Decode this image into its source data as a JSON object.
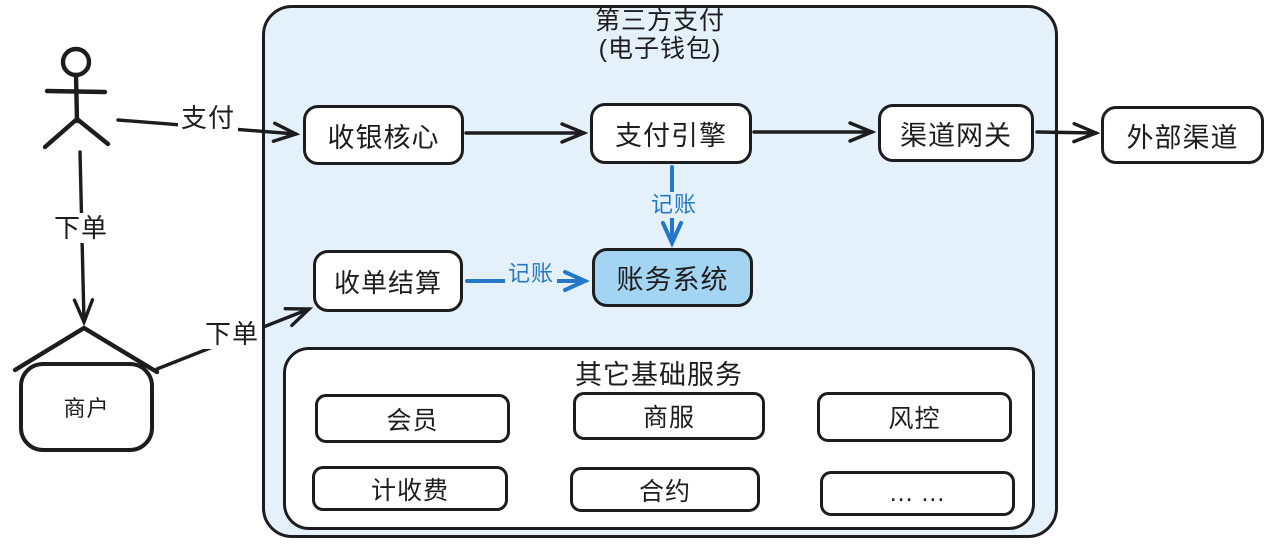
{
  "diagram": {
    "title": {
      "line1": "第三方支付",
      "line2": "(电子钱包)"
    },
    "nodes": {
      "merchant": "商户",
      "cashier_core": "收银核心",
      "payment_engine": "支付引擎",
      "channel_gateway": "渠道网关",
      "external_channel": "外部渠道",
      "acquiring_settlement": "收单结算",
      "accounting_system": "账务系统"
    },
    "edges": {
      "user_pay": "支付",
      "user_order": "下单",
      "merchant_order": "下单",
      "engine_bookkeeping": "记账",
      "settlement_bookkeeping": "记账"
    },
    "services": {
      "title": "其它基础服务",
      "items": [
        "会员",
        "商服",
        "风控",
        "计收费",
        "合约",
        "... ..."
      ]
    },
    "colors": {
      "ink": "#1d1d1f",
      "container_fill": "#e4f1fb",
      "accounting_fill": "#a3d5f2",
      "accent_blue": "#2478c8",
      "node_fill": "#ffffff"
    }
  }
}
